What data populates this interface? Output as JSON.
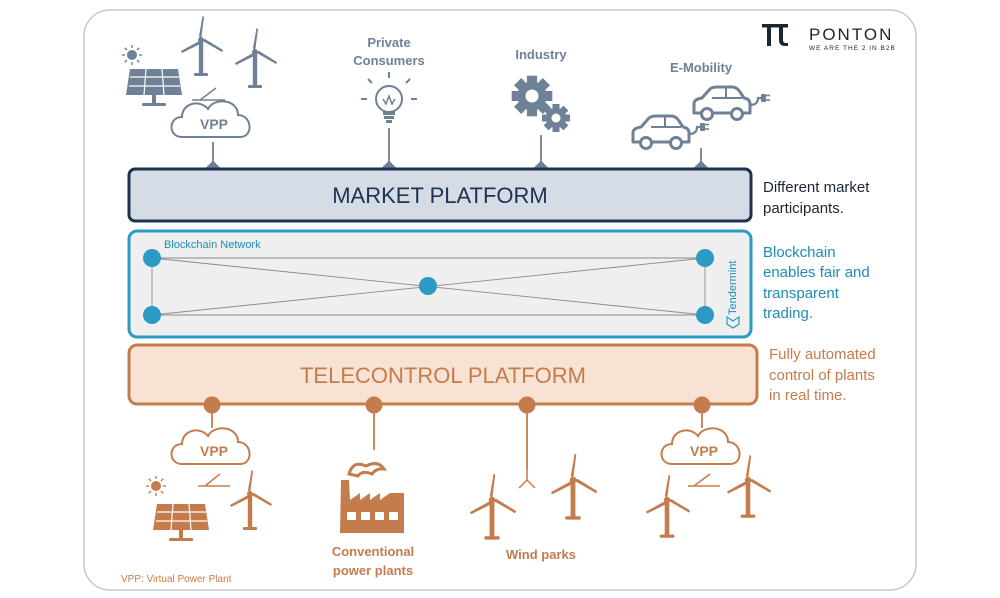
{
  "brand": {
    "name": "PONTON",
    "tagline": "WE ARE THE 2 IN B2B",
    "logo_icon": "pi-logo-icon"
  },
  "top_participants": [
    {
      "id": "vpp",
      "cloud_label": "VPP"
    },
    {
      "id": "consumers",
      "label_lines": [
        "Private",
        "Consumers"
      ],
      "icon": "lightbulb-icon"
    },
    {
      "id": "industry",
      "label": "Industry",
      "icon": "gears-icon"
    },
    {
      "id": "emobility",
      "label": "E-Mobility",
      "icon": "electric-car-icon"
    }
  ],
  "market_platform": {
    "title": "MARKET PLATFORM",
    "side_note_lines": [
      "Different market",
      "participants."
    ]
  },
  "blockchain": {
    "label": "Blockchain Network",
    "vendor": "Tendermint",
    "side_note_lines": [
      "Blockchain",
      "enables fair and",
      "transparent",
      "trading."
    ]
  },
  "telecontrol_platform": {
    "title": "TELECONTROL PLATFORM",
    "side_note_lines": [
      "Fully automated",
      "control of plants",
      "in real time."
    ]
  },
  "bottom_assets": [
    {
      "id": "vpp-left",
      "cloud_label": "VPP"
    },
    {
      "id": "conventional",
      "label_lines": [
        "Conventional",
        "power plants"
      ],
      "icon": "factory-icon"
    },
    {
      "id": "wind",
      "label": "Wind parks",
      "icon": "wind-turbine-icon"
    },
    {
      "id": "vpp-right",
      "cloud_label": "VPP"
    }
  ],
  "footnote": "VPP: Virtual Power Plant",
  "colors": {
    "navy": "#1e3350",
    "steel": "#6f8196",
    "teal": "#2b9bc4",
    "orange": "#c57c4d",
    "market_fill": "#d6dce6",
    "blockchain_fill": "#efefef",
    "telecontrol_fill": "#f8e2d3"
  }
}
